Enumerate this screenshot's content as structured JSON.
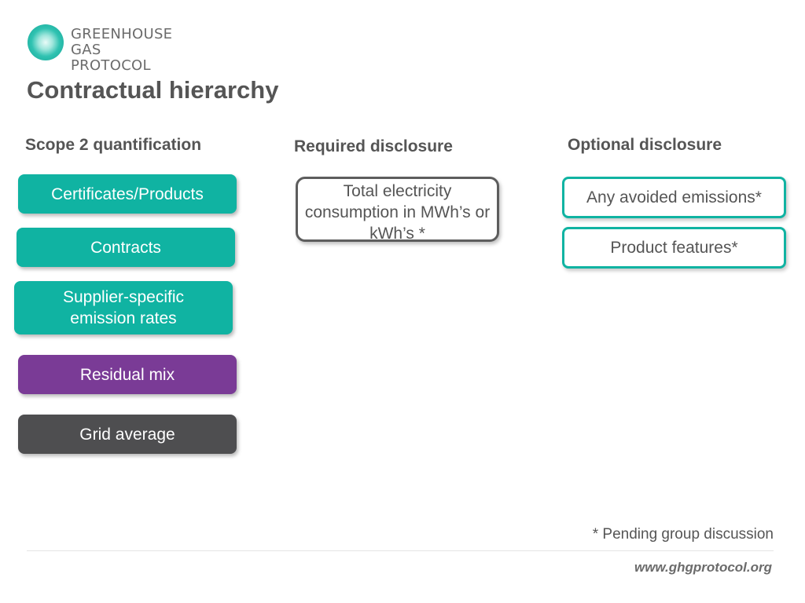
{
  "logo": {
    "line1": "GREENHOUSE",
    "line2": "GAS PROTOCOL"
  },
  "title": "Contractual hierarchy",
  "columns": {
    "scope2": {
      "header": "Scope 2 quantification",
      "items": [
        {
          "label": "Certificates/Products",
          "color": "#10b3a2"
        },
        {
          "label": "Contracts",
          "color": "#10b3a2"
        },
        {
          "label": "Supplier-specific emission rates",
          "color": "#10b3a2"
        },
        {
          "label": "Residual mix",
          "color": "#7a3b96"
        },
        {
          "label": "Grid average",
          "color": "#4e4e50"
        }
      ]
    },
    "required": {
      "header": "Required disclosure",
      "items": [
        {
          "label": "Total electricity consumption in MWh’s or kWh’s *",
          "border_color": "#5d5d5d"
        }
      ]
    },
    "optional": {
      "header": "Optional disclosure",
      "items": [
        {
          "label": "Any avoided emissions*",
          "border_color": "#10b3a2"
        },
        {
          "label": "Product features*",
          "border_color": "#10b3a2"
        }
      ]
    }
  },
  "footnote": "* Pending group discussion",
  "footer_url": "www.ghgprotocol.org"
}
